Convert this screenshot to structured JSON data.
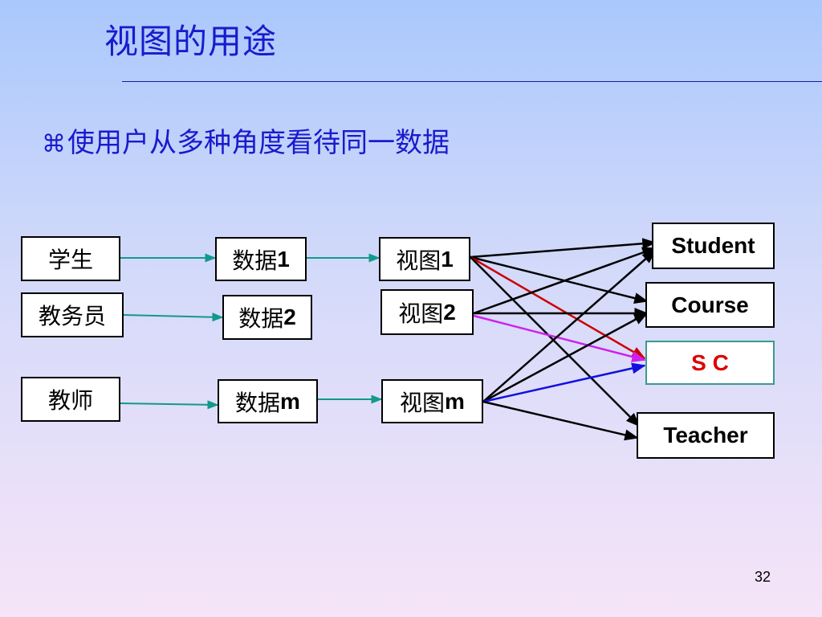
{
  "title": "视图的用途",
  "bullet": {
    "icon": "command-bullet-icon",
    "symbol": "⌘",
    "text": "使用户从多种角度看待同一数据"
  },
  "diagram": {
    "users": [
      "学生",
      "教务员",
      "教师"
    ],
    "data": [
      {
        "prefix": "数据",
        "suffix": "1"
      },
      {
        "prefix": "数据",
        "suffix": "2"
      },
      {
        "prefix": "数据",
        "suffix": "m"
      }
    ],
    "views": [
      {
        "prefix": "视图",
        "suffix": "1"
      },
      {
        "prefix": "视图",
        "suffix": "2"
      },
      {
        "prefix": "视图",
        "suffix": "m"
      }
    ],
    "tables": [
      "Student",
      "Course",
      "S C",
      "Teacher"
    ],
    "colors": {
      "teal": "#11998c",
      "black": "#000000",
      "red": "#cc0000",
      "magenta": "#cc22ee",
      "blue": "#1111dd"
    }
  },
  "page_number": "32"
}
